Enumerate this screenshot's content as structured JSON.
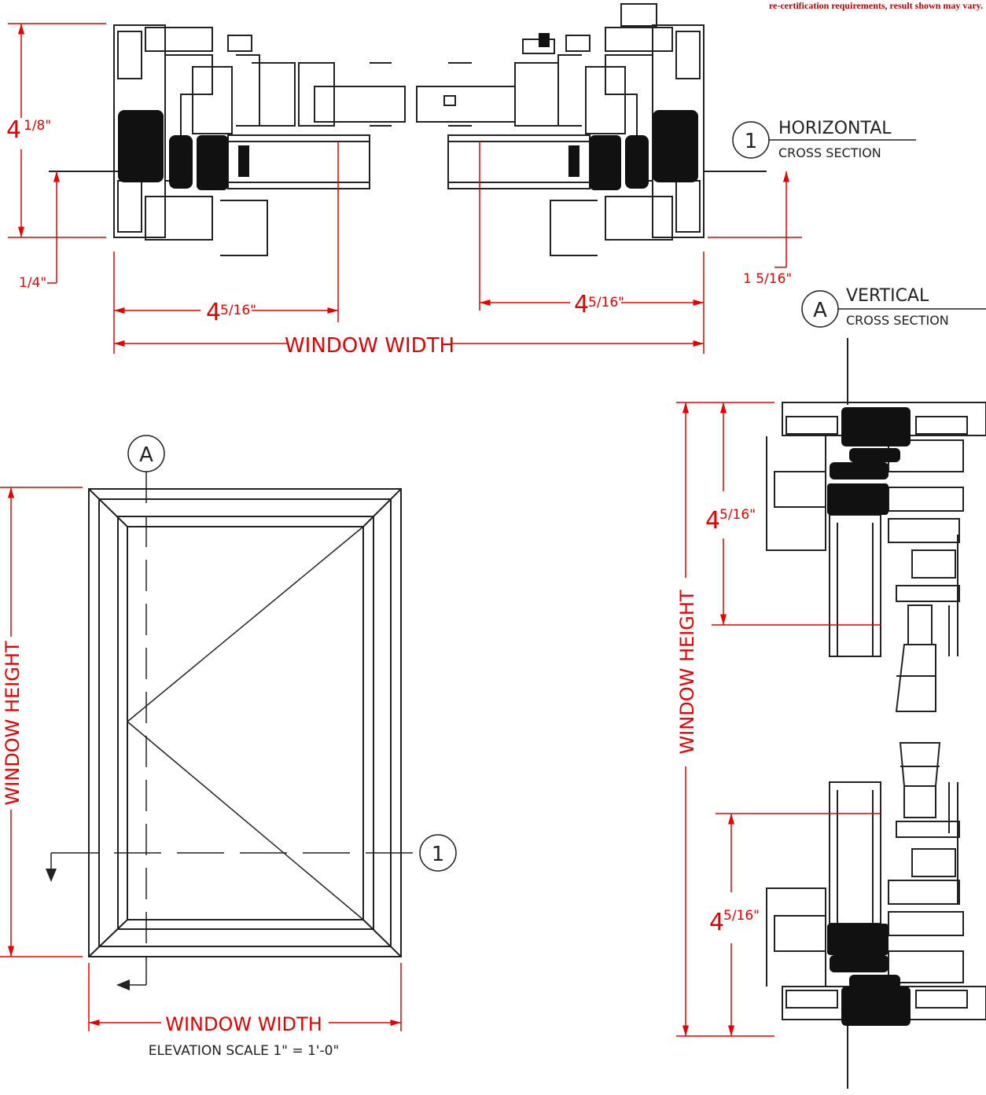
{
  "note": "re-certification requirements, result shown may vary.",
  "dimensions": {
    "horiz_left_height_whole": "4",
    "horiz_left_height_frac": "1/8\"",
    "horiz_left_offset": "1/4\"",
    "horiz_right_offset": "1 5/16\"",
    "horiz_left_depth_whole": "4",
    "horiz_left_depth_frac": "5/16\"",
    "horiz_right_depth_whole": "4",
    "horiz_right_depth_frac": "5/16\"",
    "window_width": "WINDOW WIDTH",
    "window_height": "WINDOW HEIGHT",
    "vert_top_whole": "4",
    "vert_top_frac": "5/16\"",
    "vert_bot_whole": "4",
    "vert_bot_frac": "5/16\""
  },
  "callouts": {
    "horizontal_id": "1",
    "horizontal_title": "HORIZONTAL",
    "horizontal_sub": "CROSS SECTION",
    "vertical_id": "A",
    "vertical_title": "VERTICAL",
    "vertical_sub": "CROSS SECTION"
  },
  "elevation": {
    "section_a": "A",
    "section_1": "1",
    "width_label": "WINDOW WIDTH",
    "height_label": "WINDOW HEIGHT",
    "scale": "ELEVATION SCALE 1\" = 1'-0\""
  },
  "colors": {
    "dimension": "#e60000",
    "linework": "#222222",
    "gasket": "#111111"
  }
}
